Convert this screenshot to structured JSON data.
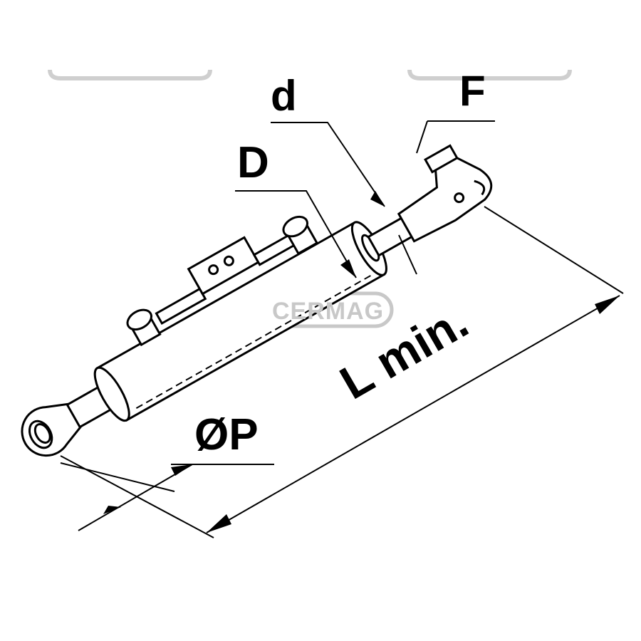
{
  "watermark": {
    "text": "CERMAG",
    "color": "#c8c8c8"
  },
  "labels": {
    "rod_diameter": "d",
    "coupling": "F",
    "bore_diameter": "D",
    "pin_diameter": "ØP",
    "min_length": "L min."
  },
  "line_color": "#000000"
}
